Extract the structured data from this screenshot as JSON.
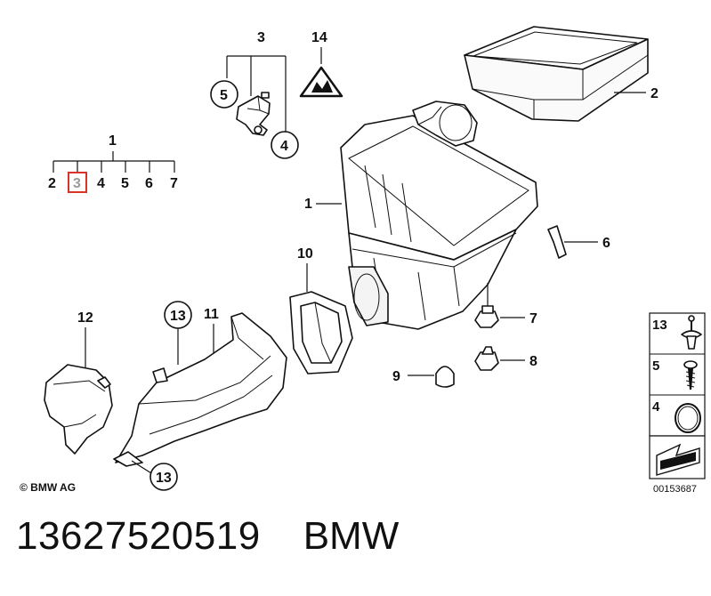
{
  "callouts": {
    "c1": "1",
    "c2": "2",
    "c3": "3",
    "c4": "4",
    "c5": "5",
    "c6": "6",
    "c7": "7",
    "c8": "8",
    "c9": "9",
    "c10": "10",
    "c11": "11",
    "c12": "12",
    "c13": "13",
    "c14": "14"
  },
  "tree": {
    "root": "1",
    "children": [
      "2",
      "3",
      "4",
      "5",
      "6",
      "7"
    ],
    "highlighted": "3"
  },
  "legend": {
    "items": [
      "13",
      "5",
      "4"
    ]
  },
  "copyright": "© BMW AG",
  "diagram_id": "00153687",
  "footer": {
    "part_number": "13627520519",
    "brand": "BMW"
  },
  "colors": {
    "highlight": "#d9342b",
    "ink": "#111111",
    "grey_label": "#9a9a9a"
  }
}
